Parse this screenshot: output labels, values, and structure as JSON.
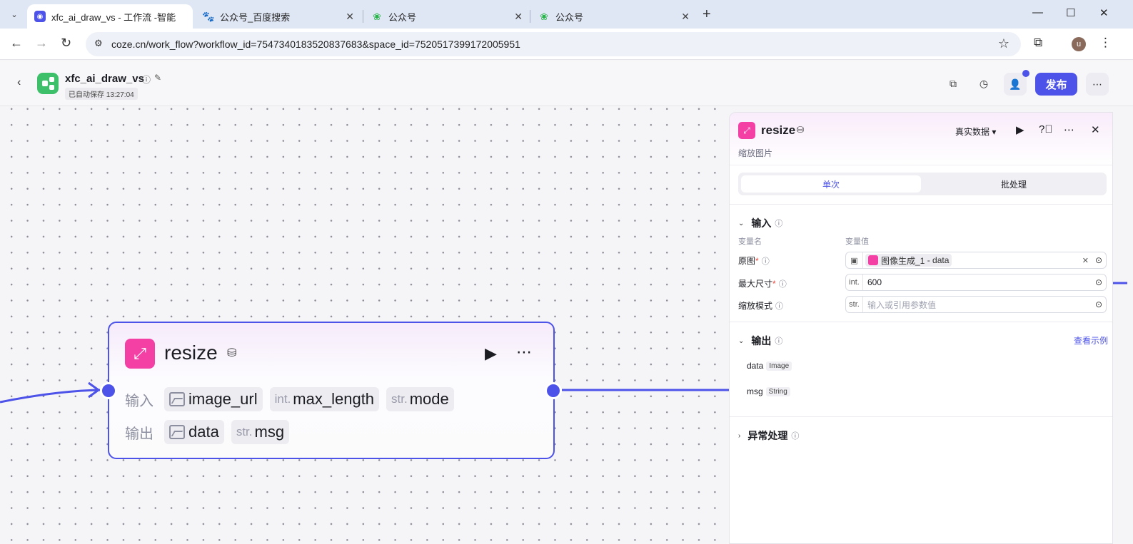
{
  "browser": {
    "tabs": [
      {
        "title": "xfc_ai_draw_vs - 工作流 -智能",
        "active": true
      },
      {
        "title": "公众号_百度搜索",
        "active": false
      },
      {
        "title": "公众号",
        "active": false
      },
      {
        "title": "公众号",
        "active": false
      }
    ],
    "url": "coze.cn/work_flow?workflow_id=7547340183520837683&space_id=7520517399172005951",
    "profile_initial": "u"
  },
  "app": {
    "name": "xfc_ai_draw_vs",
    "autosave": "已自动保存 13:27:04",
    "publish_label": "发布"
  },
  "node": {
    "title": "resize",
    "input_label": "输入",
    "output_label": "输出",
    "inputs": [
      {
        "type": "",
        "name": "image_url",
        "image": true
      },
      {
        "type": "int.",
        "name": "max_length",
        "image": false
      },
      {
        "type": "str.",
        "name": "mode",
        "image": false
      }
    ],
    "outputs": [
      {
        "type": "",
        "name": "data",
        "image": true
      },
      {
        "type": "str.",
        "name": "msg",
        "image": false
      }
    ]
  },
  "panel": {
    "title": "resize",
    "subtitle": "缩放图片",
    "data_mode": "真实数据",
    "tabs": {
      "single": "单次",
      "batch": "批处理"
    },
    "input_section": "输入",
    "col_name": "变量名",
    "col_value": "变量值",
    "fields": [
      {
        "label": "原图",
        "required": true,
        "prefix": "",
        "ref_node": "图像生成_1",
        "ref_sep": "-",
        "ref_var": "data"
      },
      {
        "label": "最大尺寸",
        "required": true,
        "prefix": "int.",
        "value": "600"
      },
      {
        "label": "缩放模式",
        "required": false,
        "prefix": "str.",
        "placeholder": "输入或引用参数值"
      }
    ],
    "output_section": "输出",
    "view_example": "查看示例",
    "outputs": [
      {
        "name": "data",
        "type": "Image"
      },
      {
        "name": "msg",
        "type": "String"
      }
    ],
    "error_section": "异常处理"
  },
  "colors": {
    "accent": "#4d53e8",
    "node_icon": "#f43fa5",
    "app_logo": "#3ec06b"
  }
}
